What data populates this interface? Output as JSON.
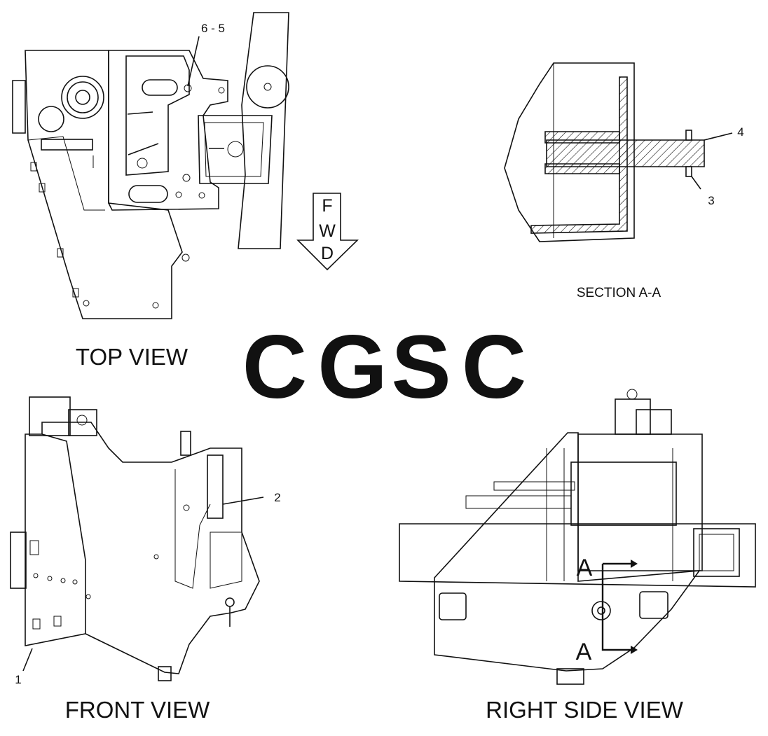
{
  "views": {
    "top": "TOP VIEW",
    "front": "FRONT VIEW",
    "right_side": "RIGHT SIDE VIEW",
    "section": "SECTION A-A"
  },
  "fwd_arrow": {
    "f": "F",
    "w": "W",
    "d": "D"
  },
  "callouts": {
    "c65": "6 - 5",
    "c4": "4",
    "c3": "3",
    "c2": "2",
    "c1": "1",
    "a_upper": "A",
    "a_lower": "A"
  },
  "watermark": {
    "letters": [
      "C",
      "G",
      "S",
      "C"
    ],
    "colors": [
      "#8ab4f8",
      "#f28b82",
      "#fdd663",
      "#81c995"
    ]
  }
}
